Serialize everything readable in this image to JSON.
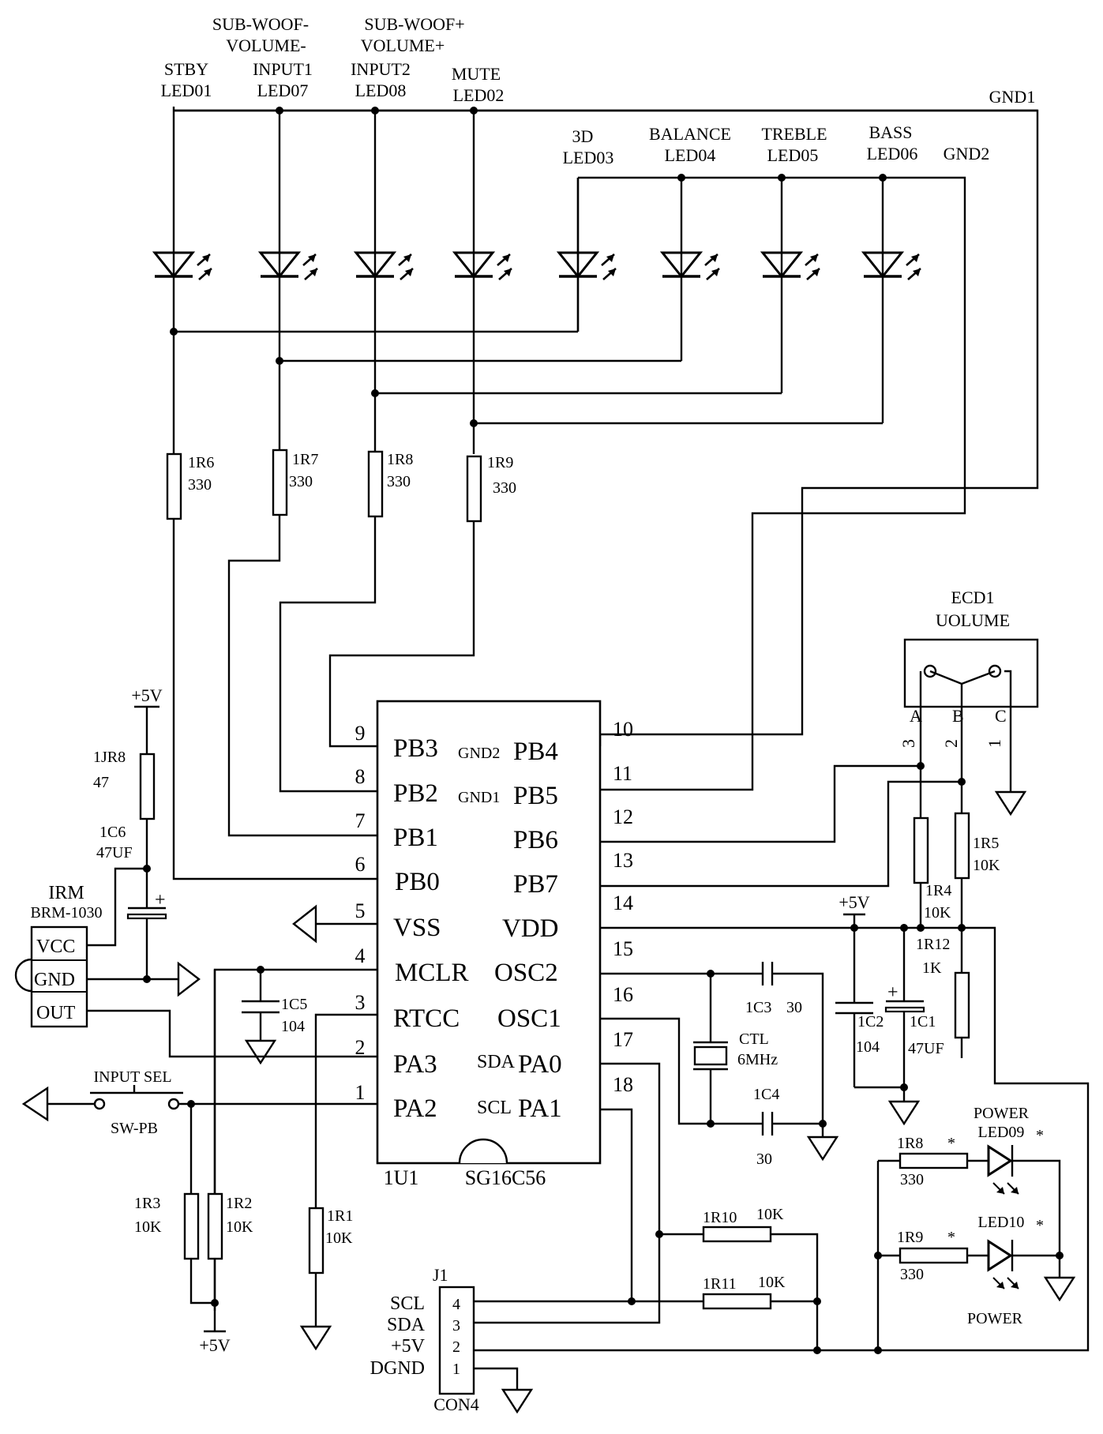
{
  "leds_top": [
    {
      "l1": "STBY",
      "l2": "LED01"
    },
    {
      "l0": "SUB-WOOF-",
      "l1": "VOLUME-",
      "l2": "INPUT1",
      "l3": "LED07"
    },
    {
      "l0": "SUB-WOOF+",
      "l1": "VOLUME+",
      "l2": "INPUT2",
      "l3": "LED08"
    },
    {
      "l1": "MUTE",
      "l2": "LED02"
    },
    {
      "l1": "3D",
      "l2": "LED03"
    },
    {
      "l1": "BALANCE",
      "l2": "LED04"
    },
    {
      "l1": "TREBLE",
      "l2": "LED05"
    },
    {
      "l1": "BASS",
      "l2": "LED06"
    }
  ],
  "gnd_labels": {
    "gnd1": "GND1",
    "gnd2": "GND2"
  },
  "resistors_led": [
    {
      "ref": "1R6",
      "val": "330"
    },
    {
      "ref": "1R7",
      "val": "330"
    },
    {
      "ref": "1R8",
      "val": "330"
    },
    {
      "ref": "1R9",
      "val": "330"
    }
  ],
  "ic": {
    "ref": "1U1",
    "part": "SG16C56",
    "left_pins": [
      {
        "num": "9",
        "name": "PB3"
      },
      {
        "num": "8",
        "name": "PB2"
      },
      {
        "num": "7",
        "name": "PB1"
      },
      {
        "num": "6",
        "name": "PB0"
      },
      {
        "num": "5",
        "name": "VSS"
      },
      {
        "num": "4",
        "name": "MCLR"
      },
      {
        "num": "3",
        "name": "RTCC"
      },
      {
        "num": "2",
        "name": "PA3"
      },
      {
        "num": "1",
        "name": "PA2"
      }
    ],
    "right_pins": [
      {
        "num": "10",
        "name": "PB4",
        "note": "GND2"
      },
      {
        "num": "11",
        "name": "PB5",
        "note": "GND1"
      },
      {
        "num": "12",
        "name": "PB6",
        "note": ""
      },
      {
        "num": "13",
        "name": "PB7",
        "note": ""
      },
      {
        "num": "14",
        "name": "VDD",
        "note": ""
      },
      {
        "num": "15",
        "name": "OSC2",
        "note": ""
      },
      {
        "num": "16",
        "name": "OSC1",
        "note": ""
      },
      {
        "num": "17",
        "name": "PA0",
        "note": "SDA"
      },
      {
        "num": "18",
        "name": "PA1",
        "note": "SCL"
      }
    ]
  },
  "ecd": {
    "ref": "ECD1",
    "name": "UOLUME",
    "pins": [
      {
        "letter": "A",
        "num": "3"
      },
      {
        "letter": "B",
        "num": "2"
      },
      {
        "letter": "C",
        "num": "1"
      }
    ]
  },
  "left_section": {
    "supply": "+5V",
    "r_jr8": {
      "ref": "1JR8",
      "val": "47"
    },
    "c6": {
      "ref": "1C6",
      "val": "47UF"
    },
    "irm": {
      "ref": "IRM",
      "part": "BRM-1030",
      "pins": [
        "VCC",
        "GND",
        "OUT"
      ]
    },
    "c5": {
      "ref": "1C5",
      "val": "104"
    },
    "switch": {
      "label": "INPUT SEL",
      "part": "SW-PB"
    },
    "r3": {
      "ref": "1R3",
      "val": "10K"
    },
    "r2": {
      "ref": "1R2",
      "val": "10K"
    },
    "r1": {
      "ref": "1R1",
      "val": "10K"
    },
    "supply_bottom": "+5V"
  },
  "osc": {
    "c3": {
      "ref": "1C3",
      "val": "30"
    },
    "c4": {
      "ref": "1C4",
      "val": "30"
    },
    "xtal": {
      "ref": "CTL",
      "val": "6MHz"
    }
  },
  "right_section": {
    "r5": {
      "ref": "1R5",
      "val": "10K"
    },
    "r4": {
      "ref": "1R4",
      "val": "10K"
    },
    "supply": "+5V",
    "r12": {
      "ref": "1R12",
      "val": "1K"
    },
    "c2": {
      "ref": "1C2",
      "val": "104"
    },
    "c1": {
      "ref": "1C1",
      "val": "47UF"
    },
    "r8": {
      "ref": "1R8",
      "val": "330"
    },
    "r9": {
      "ref": "1R9",
      "val": "330"
    },
    "led09": {
      "l1": "POWER",
      "l2": "LED09"
    },
    "led10": {
      "l1": "LED10",
      "l2": "POWER"
    },
    "star": "*"
  },
  "i2c": {
    "r10": {
      "ref": "1R10",
      "val": "10K"
    },
    "r11": {
      "ref": "1R11",
      "val": "10K"
    }
  },
  "connector": {
    "ref": "J1",
    "part": "CON4",
    "pins": [
      {
        "num": "4",
        "label": "SCL"
      },
      {
        "num": "3",
        "label": "SDA"
      },
      {
        "num": "2",
        "label": "+5V"
      },
      {
        "num": "1",
        "label": "DGND"
      }
    ]
  }
}
